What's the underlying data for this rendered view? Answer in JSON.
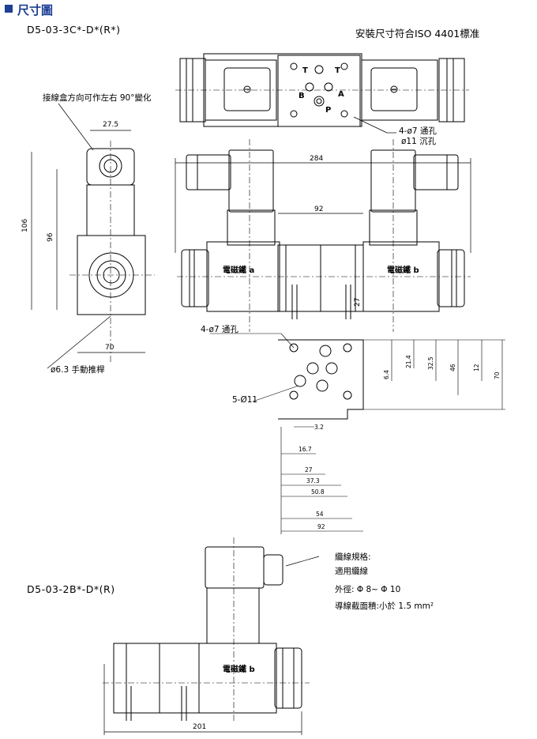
{
  "header": {
    "title": "尺寸圖"
  },
  "models": {
    "top": "D5-03-3C*-D*(R*)",
    "bottom": "D5-03-2B*-D*(R)"
  },
  "standard": "安裝尺寸符合ISO 4401標准",
  "notes": {
    "connector": "接線盒方向可作左右 90°變化",
    "manual": "ø6.3 手動推桿",
    "through4": "4-ø7 通孔",
    "counter11": "ø11 沉孔",
    "holes4": "4-ø7 通孔",
    "holes5": "5-Ø11"
  },
  "ports": {
    "t1": "T",
    "t2": "T",
    "a": "A",
    "b": "B",
    "p": "P"
  },
  "coils": {
    "a": "電磁鐵 a",
    "b": "電磁鐵 b",
    "b2": "電磁鐵 b"
  },
  "dims": {
    "d27_5": "27.5",
    "d106": "106",
    "d96": "96",
    "d70": "70",
    "d284": "284",
    "d92": "92",
    "d27": "27",
    "d6_4": "6.4",
    "d21_4": "21.4",
    "d32_5": "32.5",
    "d46": "46",
    "d12": "12",
    "d70v": "70",
    "d3_2": "3.2",
    "d16_7": "16.7",
    "d27h": "27",
    "d37_3": "37.3",
    "d50_8": "50.8",
    "d54": "54",
    "d92b": "92",
    "d201": "201"
  },
  "cable": {
    "title": "纜線規格:",
    "type": "適用纜線",
    "od": "外徑: Φ 8~ Φ 10",
    "section": "導線截面積:小於 1.5 mm²"
  }
}
